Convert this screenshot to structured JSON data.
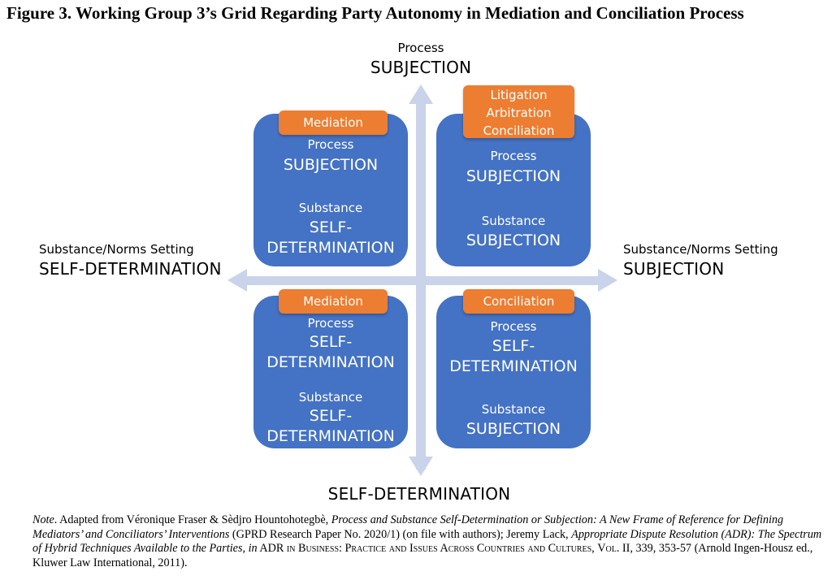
{
  "title": "Figure 3. Working Group 3’s Grid Regarding Party Autonomy in Mediation and Conciliation Process",
  "axes": {
    "top": {
      "small": "Process",
      "big": "SUBJECTION"
    },
    "bottom": {
      "big": "SELF-DETERMINATION"
    },
    "left": {
      "small": "Substance/Norms Setting",
      "big": "SELF-DETERMINATION"
    },
    "right": {
      "small": "Substance/Norms Setting",
      "big": "SUBJECTION"
    }
  },
  "colors": {
    "box": "#4472c4",
    "tag": "#ed7d31",
    "arrow": "#c9d3ea"
  },
  "quadrants": {
    "top_left": {
      "tag": [
        "Mediation"
      ],
      "process_label": "Process",
      "process_value": [
        "SUBJECTION"
      ],
      "substance_label": "Substance",
      "substance_value": [
        "SELF-",
        "DETERMINATION"
      ]
    },
    "top_right": {
      "tag": [
        "Litigation",
        "Arbitration",
        "Conciliation"
      ],
      "process_label": "Process",
      "process_value": [
        "SUBJECTION"
      ],
      "substance_label": "Substance",
      "substance_value": [
        "SUBJECTION"
      ]
    },
    "bottom_left": {
      "tag": [
        "Mediation"
      ],
      "process_label": "Process",
      "process_value": [
        "SELF-",
        "DETERMINATION"
      ],
      "substance_label": "Substance",
      "substance_value": [
        "SELF-",
        "DETERMINATION"
      ]
    },
    "bottom_right": {
      "tag": [
        "Conciliation"
      ],
      "process_label": "Process",
      "process_value": [
        "SELF-",
        "DETERMINATION"
      ],
      "substance_label": "Substance",
      "substance_value": [
        "SUBJECTION"
      ]
    }
  },
  "note": {
    "label": "Note",
    "t1": ". Adapted from Véronique Fraser & Sèdjro Hountohotegbè, ",
    "i1": "Process and Substance Self-Determination or Subjection: A New Frame of Reference for Defining Mediators’ and Conciliators’ Interventions",
    "t2": " (GPRD Research Paper No. 2020/1) (on file with authors); Jeremy Lack, ",
    "i2": "Appropriate Dispute Resolution (ADR): The Spectrum of Hybrid Techniques Available to the Parties, in",
    "t3": " ADR ",
    "sc1": "in Business: Practice and Issues Across Countries and Cultures",
    "t4": ", ",
    "sc2": "Vol",
    "t5": ". II, 339, 353-57 (Arnold Ingen-Housz ed., Kluwer Law International, 2011)."
  }
}
